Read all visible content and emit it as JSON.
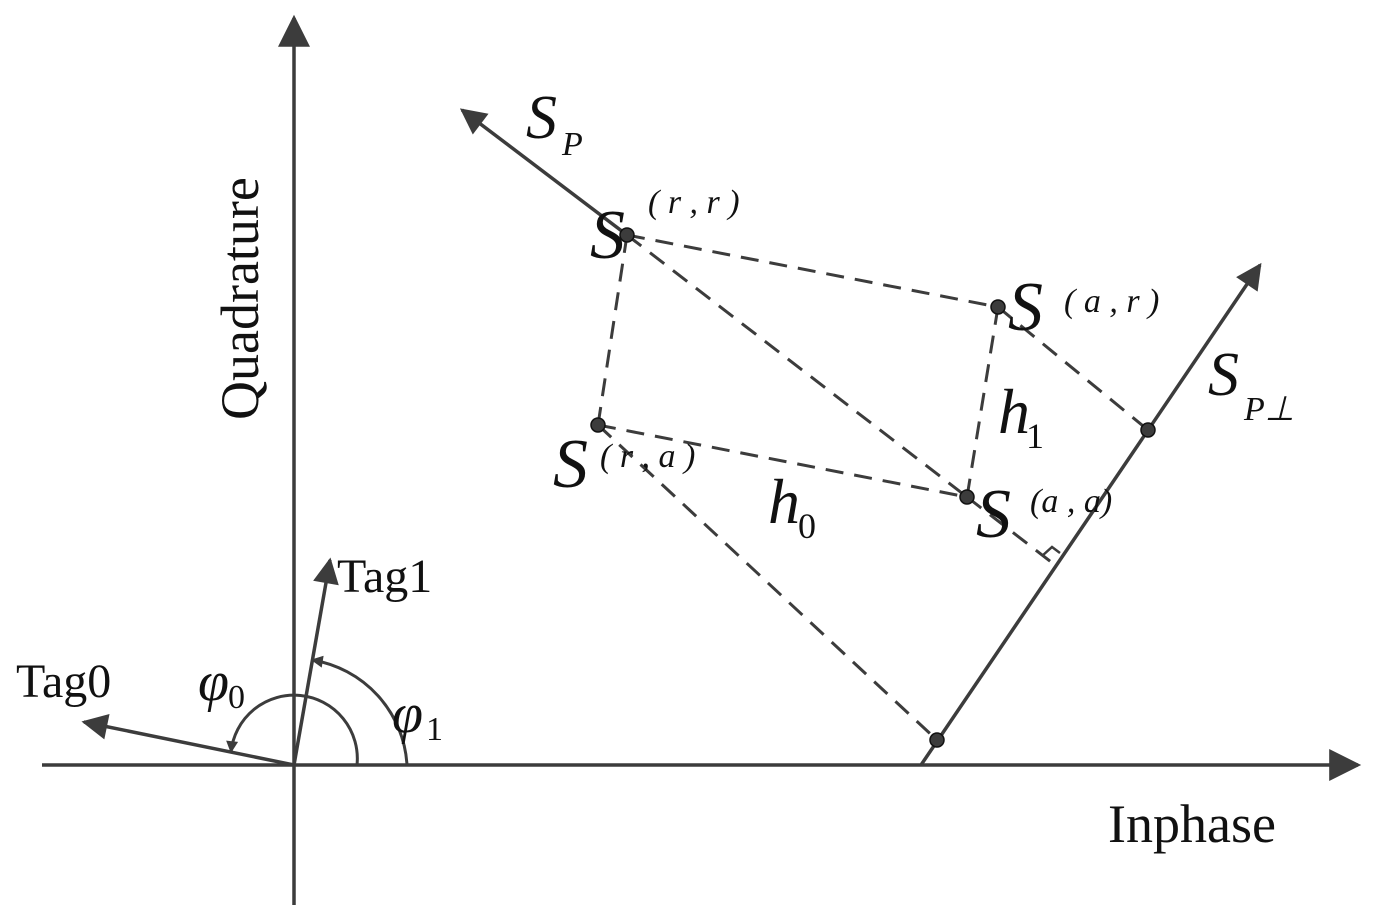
{
  "axes": {
    "x_label": "Inphase",
    "y_label": "Quadrature"
  },
  "tags": {
    "tag0": "Tag0",
    "tag1": "Tag1"
  },
  "angles": {
    "phi": "φ",
    "phi0_sub": "0",
    "phi1_sub": "1"
  },
  "vectors": {
    "sp_main": "S",
    "sp_sub": "P",
    "spperp_main": "S",
    "spperp_sub": "P⊥"
  },
  "points": {
    "main": "S",
    "rr": "( r , r )",
    "ar": "( a , r )",
    "ra": "( r , a )",
    "aa": "(a , a)"
  },
  "distances": {
    "h": "h",
    "h0_sub": "0",
    "h1_sub": "1"
  },
  "colors": {
    "line": "#3c3c3c",
    "text": "#111111"
  }
}
